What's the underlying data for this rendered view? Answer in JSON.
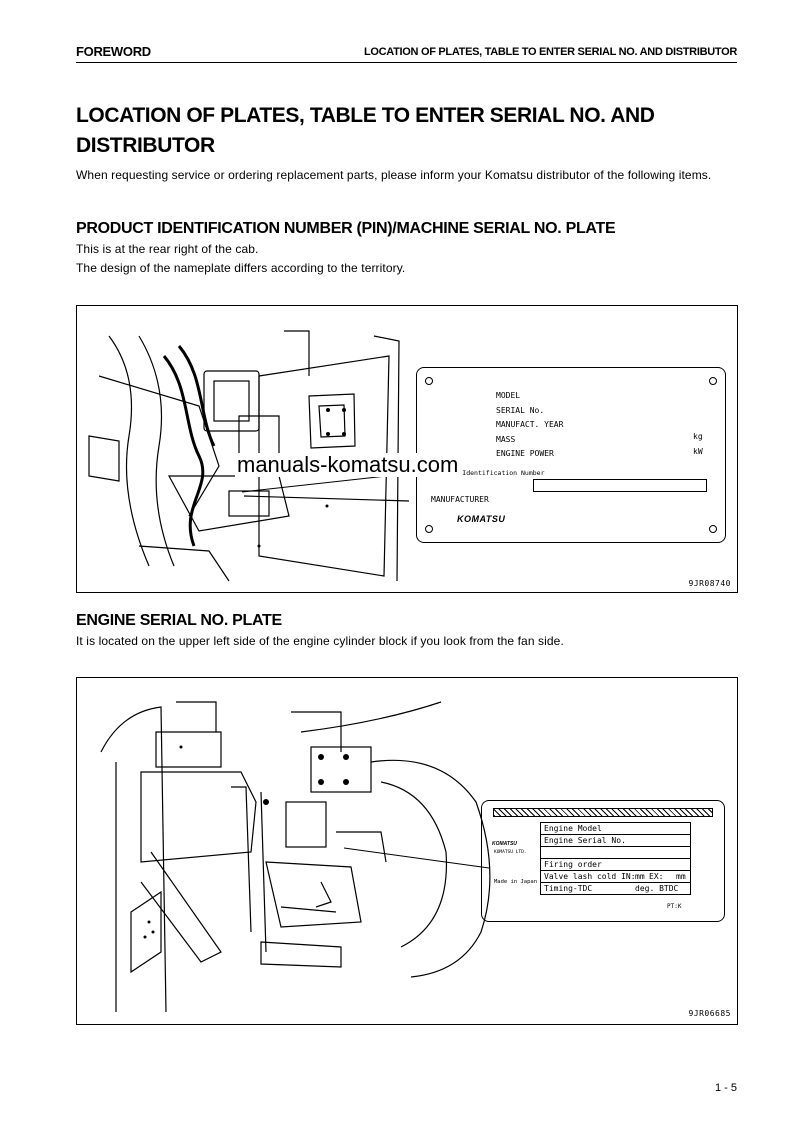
{
  "header": {
    "left": "FOREWORD",
    "right": "LOCATION OF PLATES, TABLE TO ENTER SERIAL NO. AND DISTRIBUTOR"
  },
  "title_line1": "LOCATION OF PLATES, TABLE TO ENTER SERIAL NO. AND",
  "title_line2": "DISTRIBUTOR",
  "intro": "When requesting service or ordering replacement parts, please inform your Komatsu distributor of the following items.",
  "section1": {
    "heading": "PRODUCT IDENTIFICATION NUMBER (PIN)/MACHINE SERIAL NO. PLATE",
    "line1": "This is at the rear right of the cab.",
    "line2": "The design of the nameplate differs according to the territory.",
    "figure_code": "9JR08740",
    "plate": {
      "model": "MODEL",
      "serial": "SERIAL No.",
      "year": "MANUFACT. YEAR",
      "mass": "MASS",
      "mass_unit": "kg",
      "power": "ENGINE POWER",
      "power_unit": "kW",
      "pin": "Product Identification Number",
      "manufacturer": "MANUFACTURER",
      "logo": "KOMATSU"
    }
  },
  "watermark": "manuals-komatsu.com",
  "section2": {
    "heading": "ENGINE SERIAL NO. PLATE",
    "line1": "It is located on the upper left side of the engine cylinder block if you look from the fan side.",
    "figure_code": "9JR06685",
    "plate": {
      "logo": "KOMATSU",
      "logo_sub": "KOMATSU LTD.",
      "made_in": "Made in Japan",
      "rows": [
        "Engine Model",
        "Engine Serial No.",
        "",
        "Firing order",
        "Valve lash cold IN:",
        "Timing-TDC"
      ],
      "in_unit": "mm",
      "ex_label": "EX:",
      "ex_unit": "mm",
      "btdc": "deg. BTDC",
      "pt": "PT:K"
    }
  },
  "page_number": "1 - 5"
}
